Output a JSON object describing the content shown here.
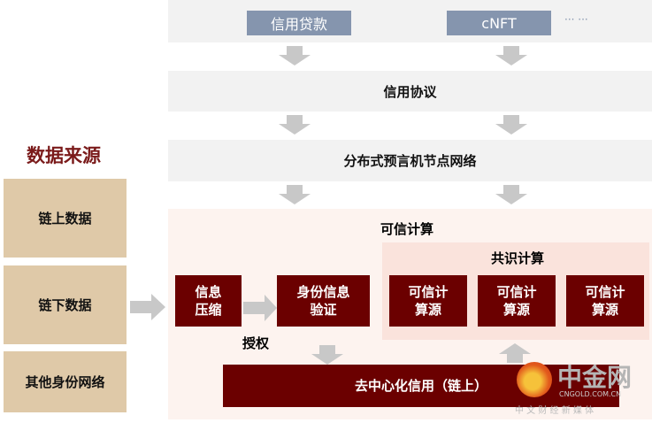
{
  "top": {
    "item1": "信用贷款",
    "item2": "cNFT",
    "more": "··· ···"
  },
  "layers": {
    "protocol": "信用协议",
    "oracle": "分布式预言机节点网络"
  },
  "trusted": {
    "title": "可信计算",
    "consensus_title": "共识计算",
    "sources": [
      "可信计\n算源",
      "可信计\n算源",
      "可信计\n算源"
    ],
    "compress": "信息\n压缩",
    "verify": "身份信息\n验证",
    "authorize": "授权",
    "onchain": "去中心化信用（链上）"
  },
  "data_sources": {
    "title": "数据来源",
    "items": [
      "链上数据",
      "链下数据",
      "其他身份网络"
    ]
  },
  "watermark": {
    "name": "中金网",
    "domain": "CNGOLD.COM.CN",
    "slogan": "中 文 财 经 新 媒 体"
  }
}
